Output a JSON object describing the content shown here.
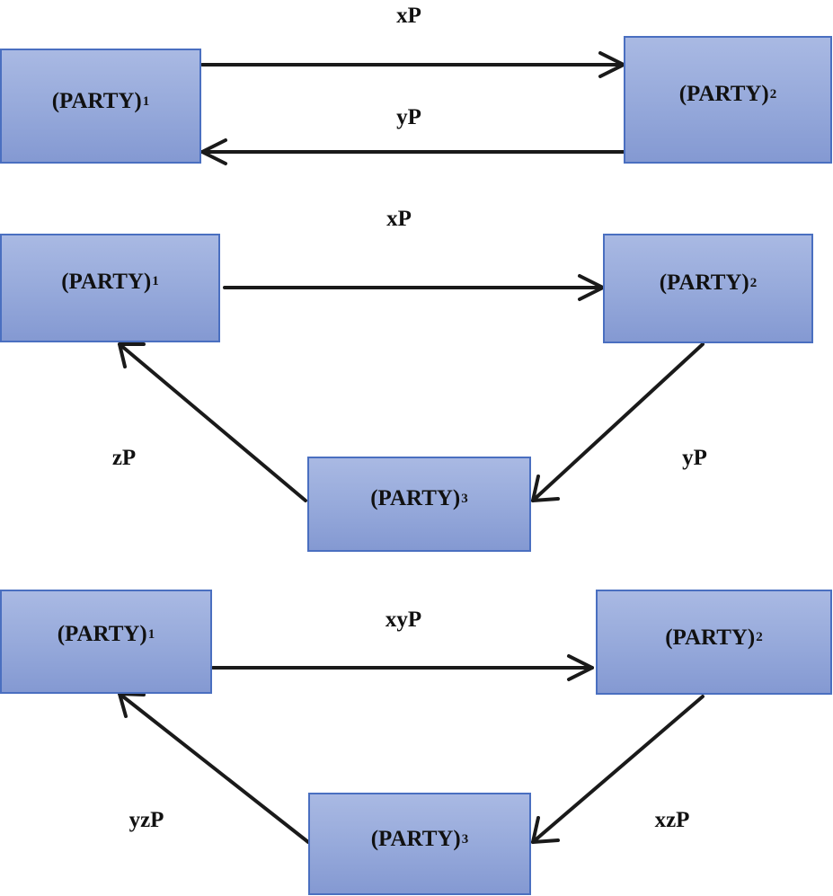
{
  "diagrams": [
    {
      "parties": [
        {
          "name": "(PARTY)",
          "sub": "1"
        },
        {
          "name": "(PARTY)",
          "sub": "2"
        }
      ],
      "edges": [
        {
          "from": "1",
          "to": "2",
          "label": "xP"
        },
        {
          "from": "2",
          "to": "1",
          "label": "yP"
        }
      ]
    },
    {
      "parties": [
        {
          "name": "(PARTY)",
          "sub": "1"
        },
        {
          "name": "(PARTY)",
          "sub": "2"
        },
        {
          "name": "(PARTY)",
          "sub": "3"
        }
      ],
      "edges": [
        {
          "from": "1",
          "to": "2",
          "label": "xP"
        },
        {
          "from": "2",
          "to": "3",
          "label": "yP"
        },
        {
          "from": "3",
          "to": "1",
          "label": "zP"
        }
      ]
    },
    {
      "parties": [
        {
          "name": "(PARTY)",
          "sub": "1"
        },
        {
          "name": "(PARTY)",
          "sub": "2"
        },
        {
          "name": "(PARTY)",
          "sub": "3"
        }
      ],
      "edges": [
        {
          "from": "1",
          "to": "2",
          "label": "xyP"
        },
        {
          "from": "2",
          "to": "3",
          "label": "xzP"
        },
        {
          "from": "3",
          "to": "1",
          "label": "yzP"
        }
      ]
    }
  ],
  "colors": {
    "box_fill": "#97aadb",
    "box_border": "#4a6fc0",
    "arrow": "#1a1a1a"
  }
}
